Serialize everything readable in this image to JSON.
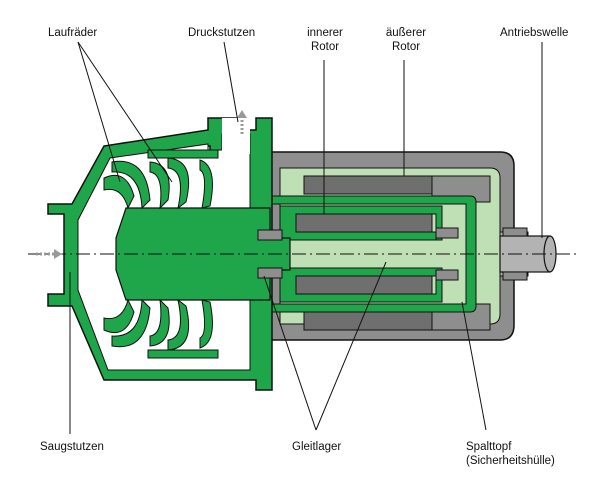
{
  "labels": {
    "laufraeder": "Laufräder",
    "druckstutzen": "Druckstutzen",
    "innerer_rotor_1": "innerer",
    "innerer_rotor_2": "Rotor",
    "aeusserer_rotor_1": "äußerer",
    "aeusserer_rotor_2": "Rotor",
    "antriebswelle": "Antriebswelle",
    "saugstutzen": "Saugstutzen",
    "gleitlager": "Gleitlager",
    "spalttopf_1": "Spalttopf",
    "spalttopf_2": "(Sicherheitshülle)"
  },
  "colors": {
    "green": "#1fa64a",
    "green_light": "#bfe0b4",
    "gray_dark": "#8e8e8e",
    "gray_light": "#b3b3b3",
    "magnet": "#6f6f6f",
    "outline": "#111111"
  }
}
